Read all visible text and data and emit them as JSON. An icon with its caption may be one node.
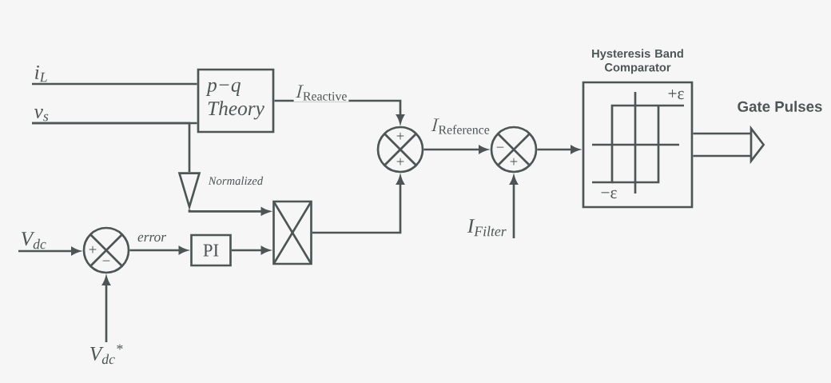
{
  "diagram": {
    "nodes": [
      {
        "text": [
          "*i*$_{L}$"
        ]
      },
      {
        "text": [
          "*v*$_{s}$"
        ]
      },
      {
        "text": [
          "p−q",
          "Theory"
        ]
      },
      {
        "text": [],
        "shape": "triangle",
        "beside": [
          "Normalized"
        ]
      },
      {
        "text": [],
        "shape": "box"
      },
      {
        "text": [
          "*V*$_{dc}$"
        ]
      },
      {
        "text": [
          "+",
          "−"
        ]
      },
      {
        "text": [
          "PI"
        ]
      },
      {
        "text": [
          "*V*$_{dc}$$^{*}$"
        ]
      },
      {
        "text": [
          "+",
          "+"
        ]
      },
      {
        "text": [
          "−",
          "+"
        ]
      },
      {
        "text": [
          "*I*$_{Filter}$"
        ]
      },
      {
        "text": [
          "Hysteresis Band Comparator",
          "+ε",
          "−ε"
        ]
      }
    ],
    "edges": [
      {
        "from": 0,
        "to": 2,
        "arrow": "none"
      },
      {
        "from": 1,
        "to": 2,
        "arrow": "none"
      },
      {
        "from": 1,
        "to": 3,
        "arrow": "none"
      },
      {
        "from": 3,
        "to": 4,
        "arrow": "to"
      },
      {
        "from": 2,
        "to": 9,
        "arrow": "to",
        "label": "I_{\\mathrm{Reactive}}"
      },
      {
        "from": 5,
        "to": 6,
        "arrow": "to"
      },
      {
        "from": 8,
        "to": 6,
        "arrow": "to"
      },
      {
        "from": 6,
        "to": 7,
        "arrow": "to",
        "label": "error"
      },
      {
        "from": 7,
        "to": 4,
        "arrow": "to"
      },
      {
        "from": 4,
        "to": 9,
        "arrow": "to"
      },
      {
        "from": 9,
        "to": 10,
        "arrow": "to",
        "label": "I_{\\mathrm{Reference}}"
      },
      {
        "from": 11,
        "to": 10,
        "arrow": "to"
      },
      {
        "from": 10,
        "to": 12,
        "arrow": "to"
      },
      {
        "from": 12,
        "to": null,
        "arrow": "to",
        "style": "thick",
        "label": "Gate Pulses"
      }
    ]
  }
}
